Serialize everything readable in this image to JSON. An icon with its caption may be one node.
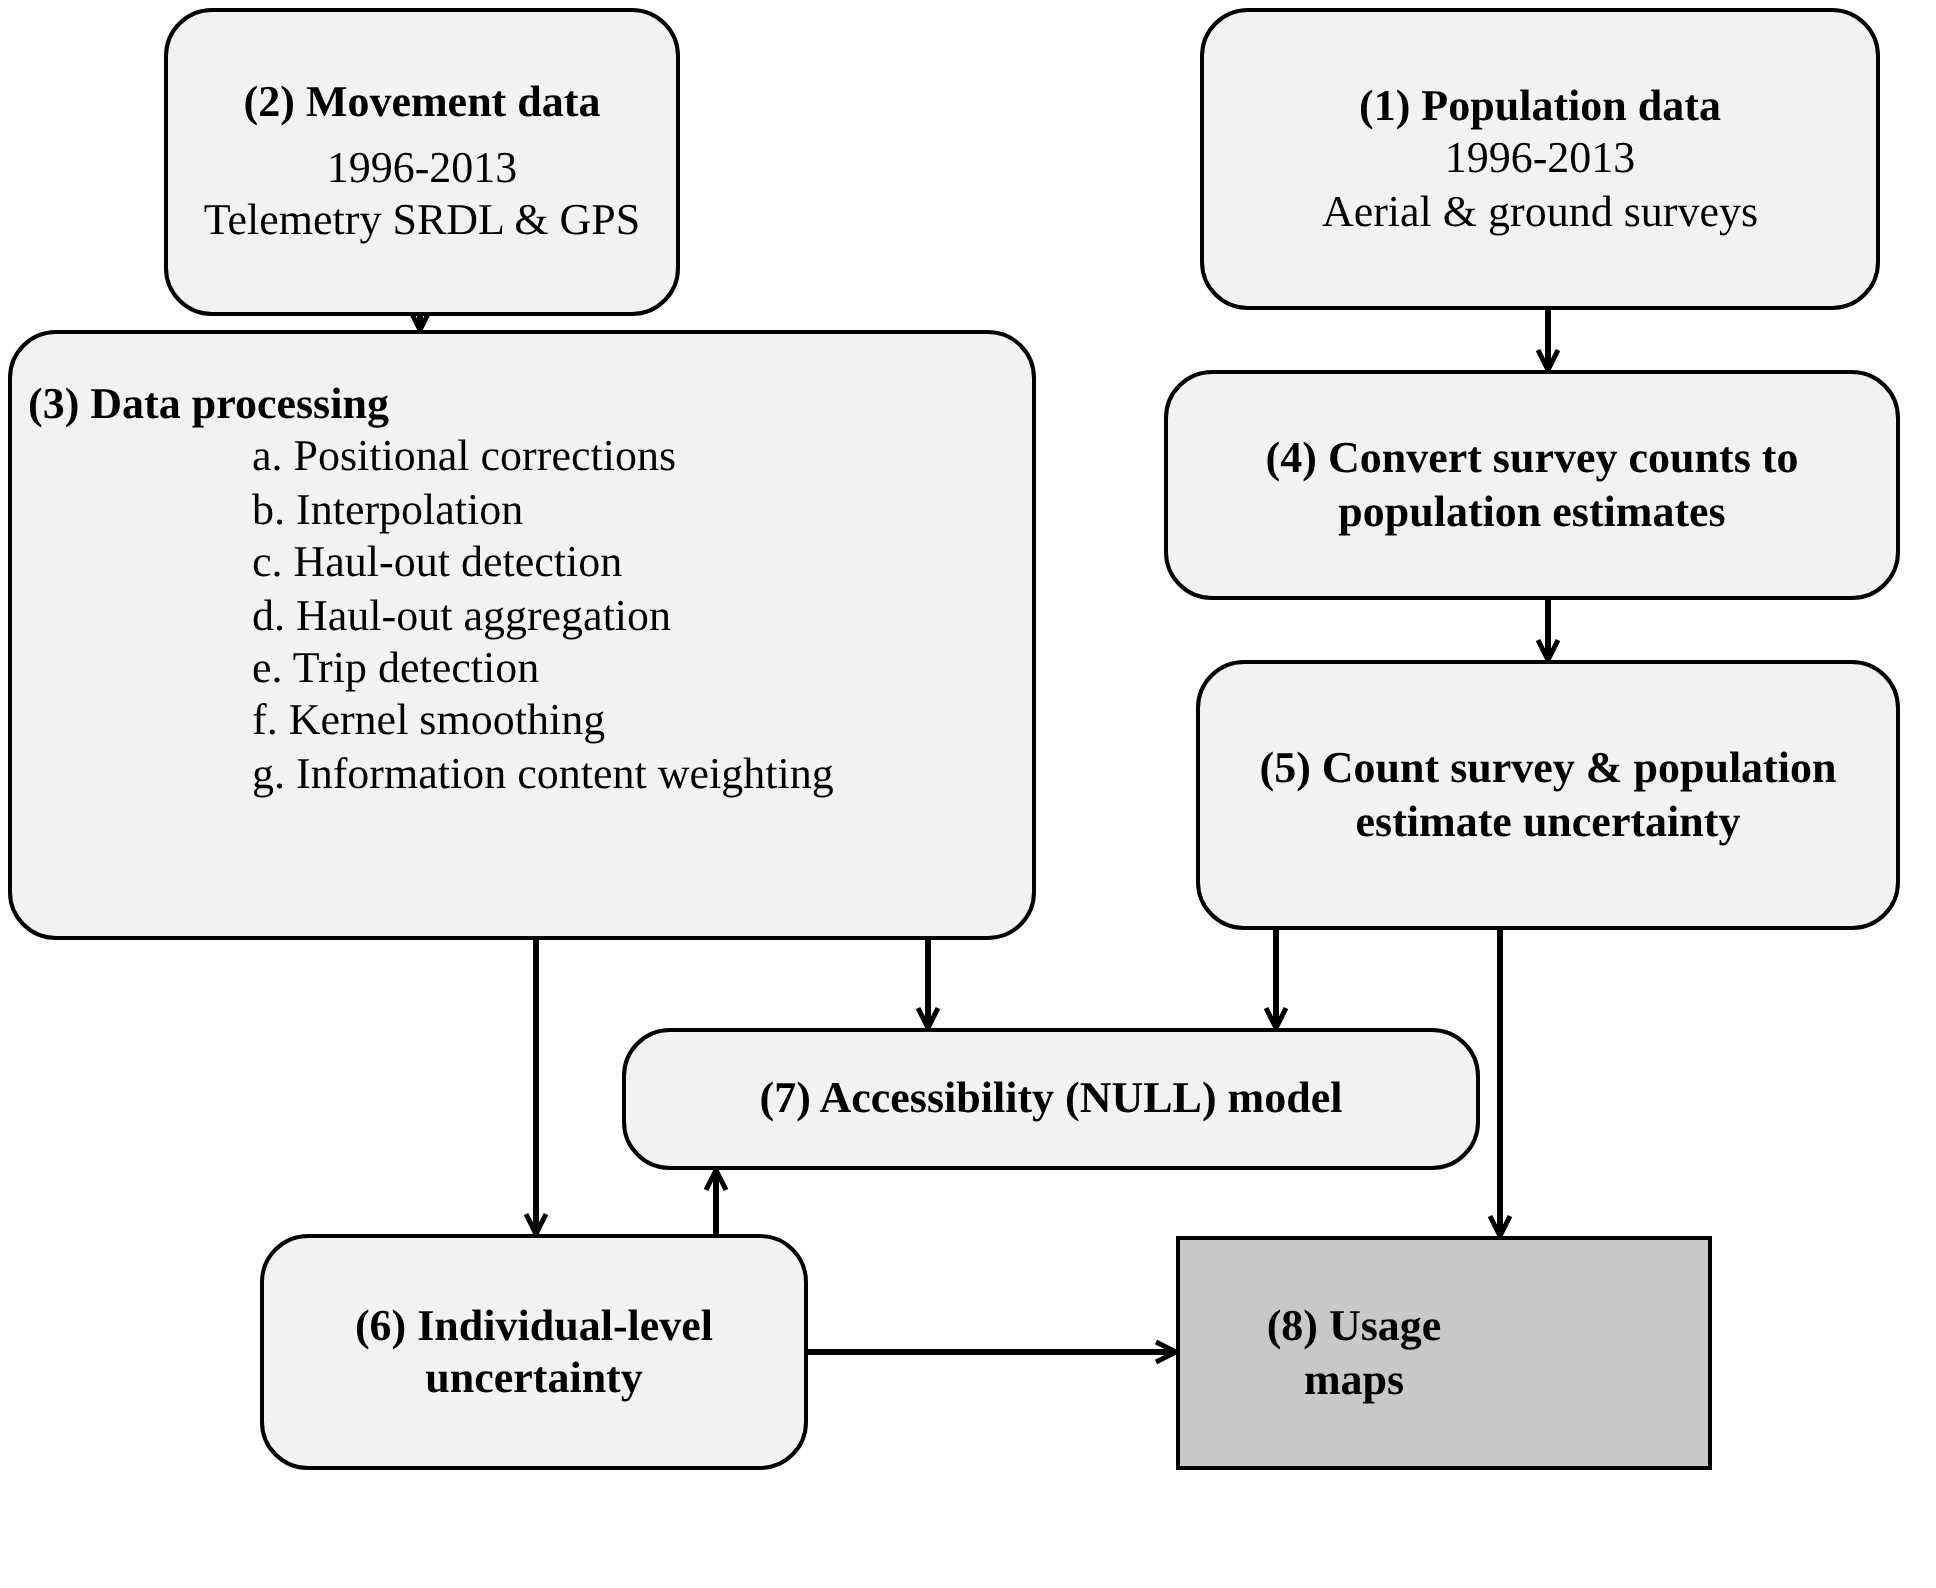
{
  "diagram": {
    "nodes": [
      {
        "text": [
          "(2)  Movement data",
          "1996-2013",
          "Telemetry SRDL & GPS"
        ]
      },
      {
        "text": [
          "(1) Population data",
          "1996-2013",
          "Aerial & ground surveys"
        ]
      },
      {
        "text": [
          "(3) Data processing",
          "a. Positional corrections",
          "b. Interpolation",
          "c. Haul-out detection",
          "d. Haul-out aggregation",
          "e. Trip detection",
          "f. Kernel smoothing",
          "g. Information content weighting"
        ]
      },
      {
        "text": [
          "(4) Convert survey counts to population estimates"
        ]
      },
      {
        "text": [
          "(5) Count survey & population estimate uncertainty"
        ]
      },
      {
        "text": [
          "(7) Accessibility (NULL) model"
        ]
      },
      {
        "text": [
          "(6) Individual-level uncertainty"
        ]
      },
      {
        "text": [
          "(8) Usage maps"
        ]
      }
    ],
    "edges": [
      {
        "from": 0,
        "to": 2,
        "arrow": "to"
      },
      {
        "from": 1,
        "to": 3,
        "arrow": "to"
      },
      {
        "from": 3,
        "to": 4,
        "arrow": "to"
      },
      {
        "from": 2,
        "to": 5,
        "arrow": "to"
      },
      {
        "from": 4,
        "to": 5,
        "arrow": "to"
      },
      {
        "from": 2,
        "to": 6,
        "arrow": "to"
      },
      {
        "from": 6,
        "to": 5,
        "arrow": "to"
      },
      {
        "from": 6,
        "to": 7,
        "arrow": "to"
      },
      {
        "from": 4,
        "to": 7,
        "arrow": "to"
      }
    ]
  }
}
